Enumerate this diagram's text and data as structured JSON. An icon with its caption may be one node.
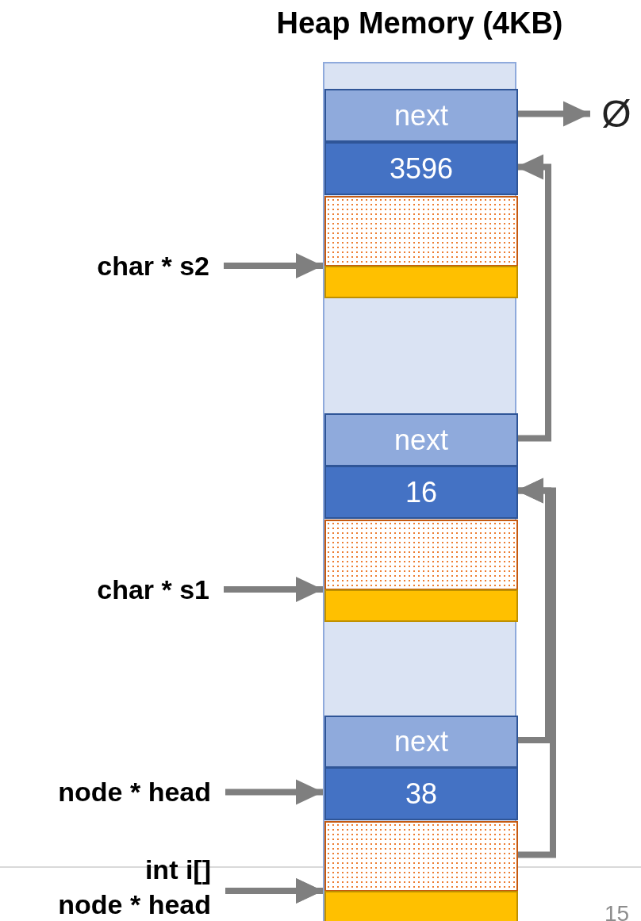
{
  "diagram": {
    "nodes": [
      {
        "text": [
          "Heap Memory (4KB)"
        ]
      },
      {
        "text": [
          "next"
        ],
        "in": 0
      },
      {
        "text": [
          "3596"
        ],
        "in": 0
      },
      {
        "text": [],
        "shape": "box",
        "in": 0
      },
      {
        "text": [],
        "shape": "bar",
        "in": 0
      },
      {
        "text": [
          "next"
        ],
        "in": 0
      },
      {
        "text": [
          "16"
        ],
        "in": 0
      },
      {
        "text": [],
        "shape": "box",
        "in": 0
      },
      {
        "text": [],
        "shape": "bar",
        "in": 0
      },
      {
        "text": [
          "next"
        ],
        "in": 0
      },
      {
        "text": [
          "38"
        ],
        "in": 0
      },
      {
        "text": [],
        "shape": "box",
        "in": 0
      },
      {
        "text": [],
        "shape": "bar",
        "in": 0
      },
      {
        "text": [
          "Ø"
        ]
      },
      {
        "text": [
          "char * s2"
        ]
      },
      {
        "text": [
          "char * s1"
        ]
      },
      {
        "text": [
          "node * head"
        ]
      },
      {
        "text": [
          "node * head"
        ]
      },
      {
        "text": [
          "int i[]"
        ]
      }
    ],
    "edges": [
      {
        "from": 1,
        "to": 13,
        "arrow": "to"
      },
      {
        "from": 5,
        "to": 2,
        "arrow": "to"
      },
      {
        "from": 9,
        "to": 6,
        "arrow": "to"
      },
      {
        "from": 11,
        "to": 6,
        "arrow": "to"
      },
      {
        "from": 14,
        "to": 4,
        "arrow": "to"
      },
      {
        "from": 15,
        "to": 8,
        "arrow": "to"
      },
      {
        "from": 16,
        "to": 10,
        "arrow": "to"
      },
      {
        "from": 17,
        "to": 12,
        "arrow": "to"
      },
      {
        "from": 18,
        "to": 12,
        "arrow": "to"
      }
    ],
    "labels": [
      "15"
    ]
  }
}
